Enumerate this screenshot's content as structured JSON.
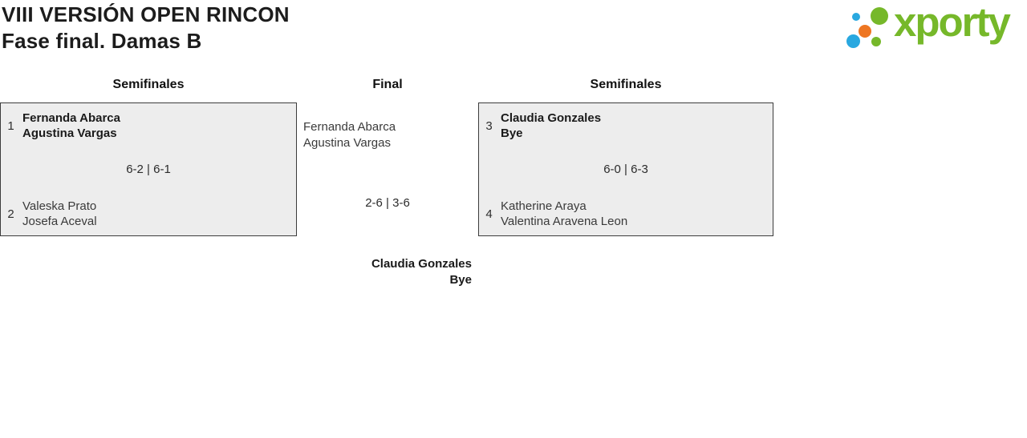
{
  "header": {
    "title": "VIII VERSIÓN OPEN RINCON",
    "subtitle": "Fase final. Damas B"
  },
  "logo": {
    "brand": "xporty",
    "colors": {
      "green": "#76b82a",
      "blue": "#29a8e0",
      "orange": "#ee7622"
    }
  },
  "bracket": {
    "round_headers": [
      {
        "label": "Semifinales"
      },
      {
        "label": "Final"
      },
      {
        "label": "Semifinales"
      }
    ],
    "semifinal_left": {
      "team1": {
        "seed": "1",
        "player1": "Fernanda Abarca",
        "player2": "Agustina Vargas"
      },
      "score": "6-2 | 6-1",
      "team2": {
        "seed": "2",
        "player1": "Valeska Prato",
        "player2": "Josefa Aceval"
      }
    },
    "final": {
      "team1": {
        "player1": "Fernanda Abarca",
        "player2": "Agustina Vargas"
      },
      "score": "2-6 | 3-6",
      "winner": {
        "player1": "Claudia Gonzales",
        "player2": "Bye"
      }
    },
    "semifinal_right": {
      "team1": {
        "seed": "3",
        "player1": "Claudia Gonzales",
        "player2": "Bye"
      },
      "score": "6-0 | 6-3",
      "team2": {
        "seed": "4",
        "player1": "Katherine Araya",
        "player2": "Valentina Aravena Leon"
      }
    }
  }
}
